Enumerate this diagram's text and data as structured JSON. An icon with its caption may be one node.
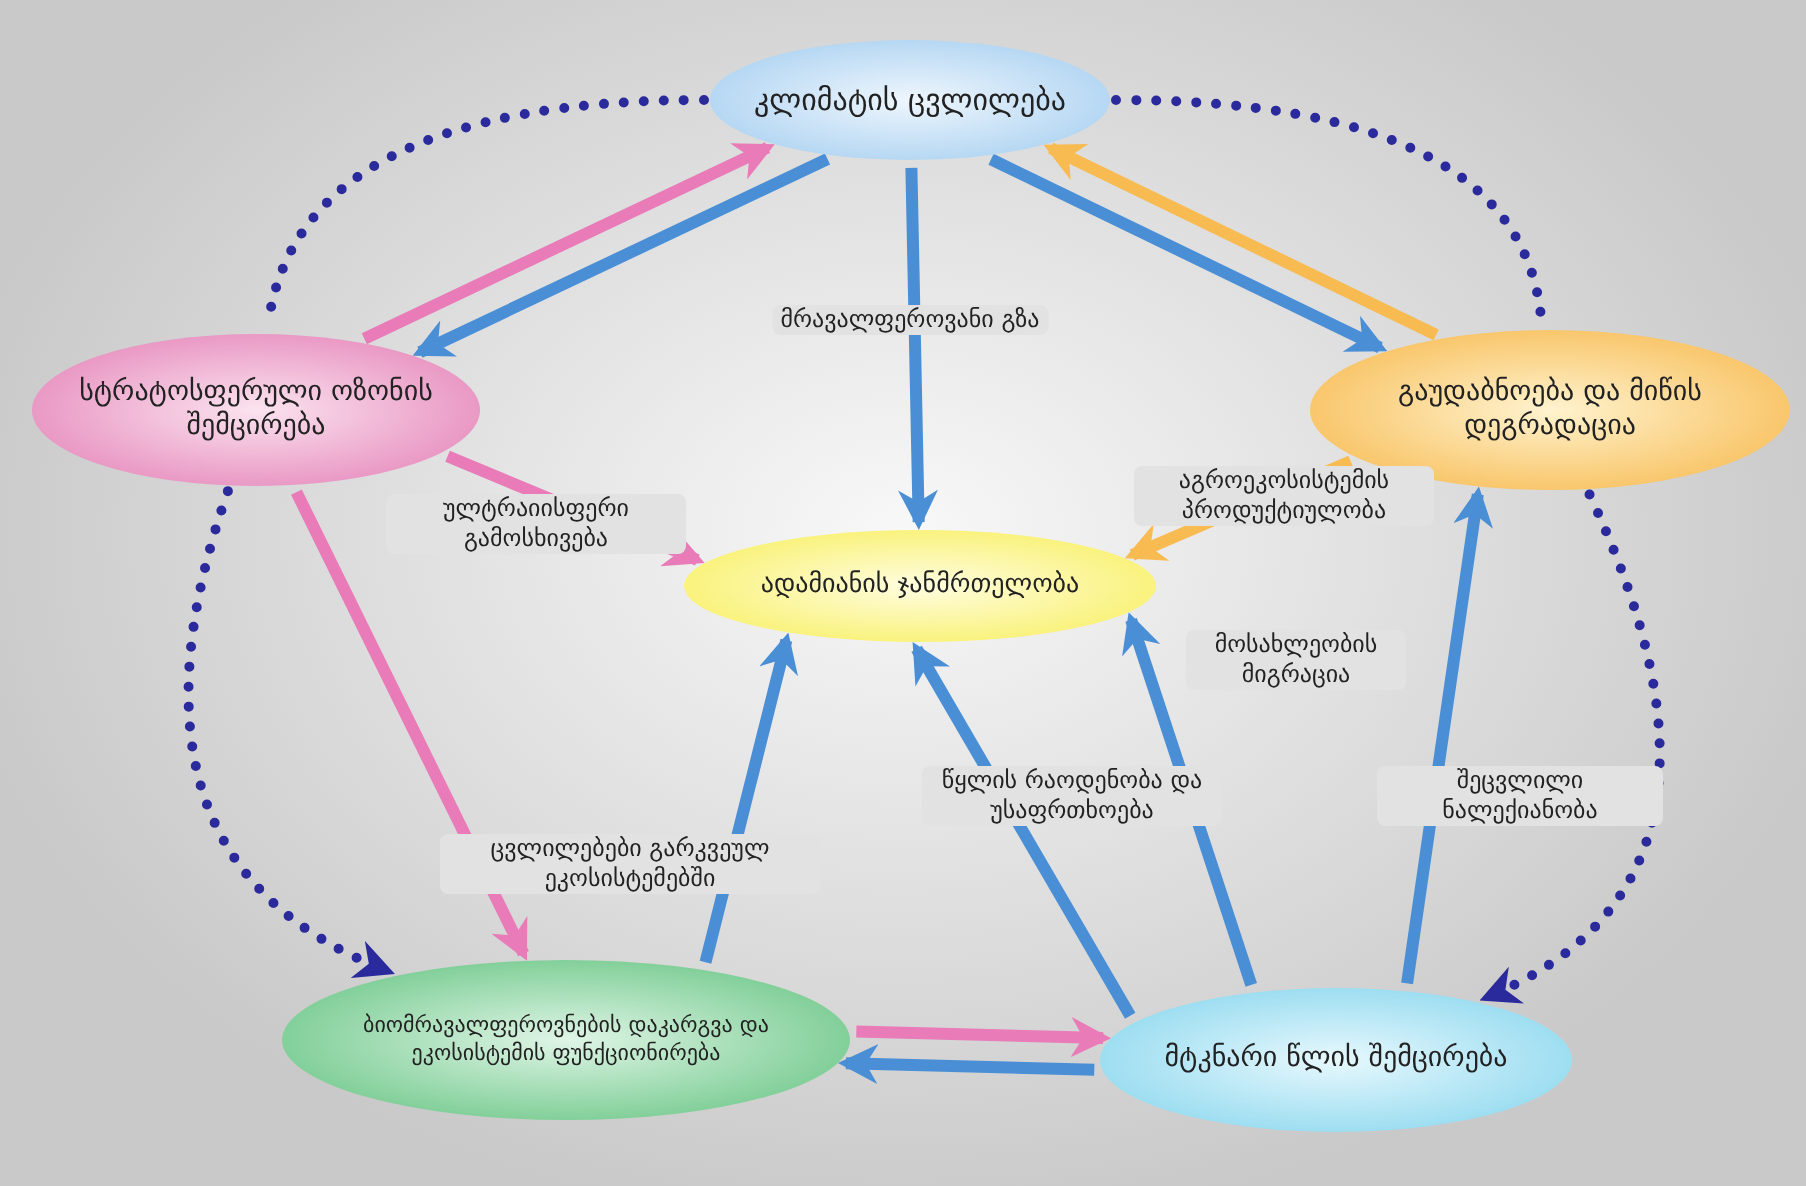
{
  "diagram": {
    "nodes": [
      {
        "text": [
          "კლიმატის ცვლილება"
        ]
      },
      {
        "text": [
          "სტრატოსფერული ოზონის შემცირება"
        ]
      },
      {
        "text": [
          "გაუდაბნოება და მიწის დეგრადაცია"
        ]
      },
      {
        "text": [
          "ადამიანის ჯანმრთელობა"
        ]
      },
      {
        "text": [
          "ბიომრავალფეროვნების დაკარგვა და ეკოსისტემის ფუნქციონირება"
        ]
      },
      {
        "text": [
          "მტკნარი წლის შემცირება"
        ]
      }
    ],
    "edges": [
      {
        "from": 0,
        "to": 1,
        "arrow": "to"
      },
      {
        "from": 1,
        "to": 0,
        "arrow": "to",
        "color": "#e87bb8"
      },
      {
        "from": 0,
        "to": 3,
        "arrow": "to",
        "label": "მრავალფეროვანი გზა"
      },
      {
        "from": 0,
        "to": 2,
        "arrow": "to"
      },
      {
        "from": 2,
        "to": 0,
        "arrow": "to",
        "color": "#f7bb52"
      },
      {
        "from": 1,
        "to": 3,
        "arrow": "to",
        "label": "ულტრაიისფერი გამოსხივება",
        "color": "#e87bb8"
      },
      {
        "from": 1,
        "to": 4,
        "arrow": "to",
        "color": "#e87bb8"
      },
      {
        "from": 4,
        "to": 3,
        "arrow": "to",
        "label": "ცვლილებები გარკვეულ ეკოსისტემებში"
      },
      {
        "from": 2,
        "to": 3,
        "arrow": "to",
        "label": "აგროეკოსისტემის პროდუქტიულობა",
        "color": "#f7bb52"
      },
      {
        "from": 5,
        "to": 3,
        "arrow": "to",
        "label": "მოსახლეობის მიგრაცია"
      },
      {
        "from": 5,
        "to": 3,
        "arrow": "to",
        "label": "წყლის რაოდენობა და უსაფრთხოება"
      },
      {
        "from": 5,
        "to": 2,
        "arrow": "to",
        "label": "შეცვლილი ნალექიანობა"
      },
      {
        "from": 5,
        "to": 4,
        "arrow": "to"
      },
      {
        "from": 4,
        "to": 5,
        "arrow": "to",
        "color": "#e87bb8"
      },
      {
        "from": 0,
        "to": 1,
        "arrow": "none",
        "style": "dashed",
        "color": "#2b2a9c"
      },
      {
        "from": 1,
        "to": 4,
        "arrow": "to",
        "style": "dashed",
        "color": "#2b2a9c"
      },
      {
        "from": 0,
        "to": 2,
        "arrow": "none",
        "style": "dashed",
        "color": "#2b2a9c"
      },
      {
        "from": 2,
        "to": 5,
        "arrow": "to",
        "style": "dashed",
        "color": "#2b2a9c"
      }
    ]
  }
}
